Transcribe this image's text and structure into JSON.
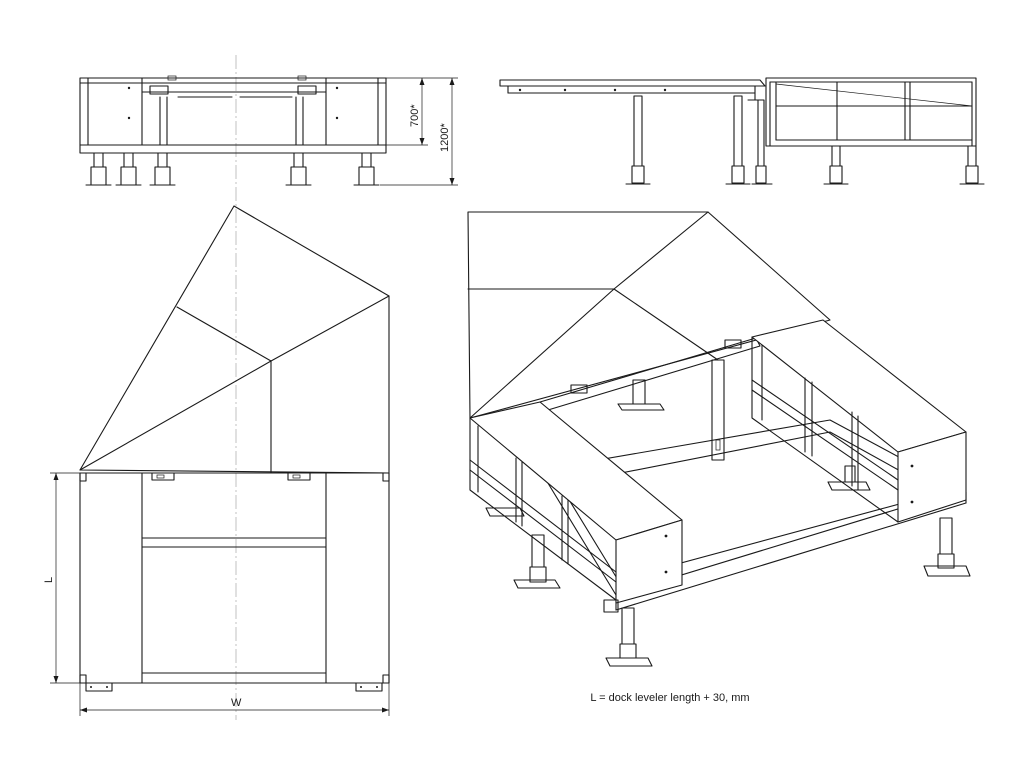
{
  "dimensions": {
    "lower_height": "700*",
    "upper_height": "1200*",
    "length": "L",
    "width": "W"
  },
  "note": "L = dock leveler length + 30, mm"
}
